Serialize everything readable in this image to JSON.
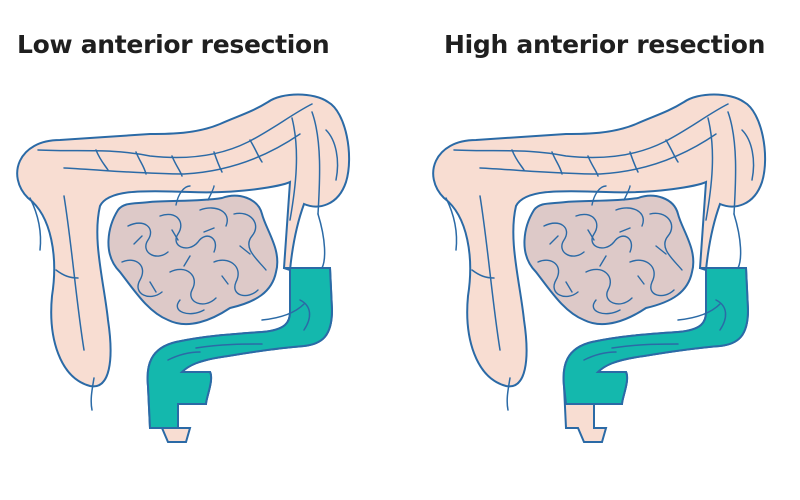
{
  "panels": [
    {
      "title": "Low anterior resection",
      "highlight": "low"
    },
    {
      "title": "High anterior resection",
      "highlight": "high"
    }
  ],
  "colors": {
    "colon_fill": "#f8ddd2",
    "small_intestine_fill": "#ddc9c8",
    "outline": "#2b6aa6",
    "resected_section": "#14b8ad"
  }
}
